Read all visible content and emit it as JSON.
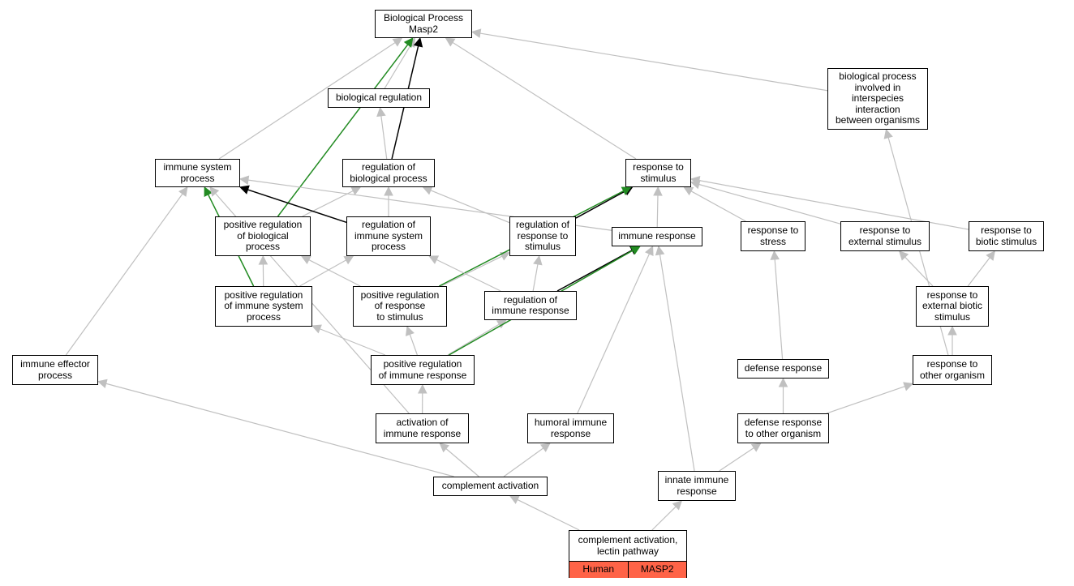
{
  "nodes": [
    {
      "id": "bp",
      "label": "Biological Process\nMasp2"
    },
    {
      "id": "breg",
      "label": "biological regulation"
    },
    {
      "id": "bpinter",
      "label": "biological process\ninvolved in\ninterspecies\ninteraction\nbetween organisms"
    },
    {
      "id": "isp",
      "label": "immune system\nprocess"
    },
    {
      "id": "regbp",
      "label": "regulation of\nbiological process"
    },
    {
      "id": "rts",
      "label": "response to\nstimulus"
    },
    {
      "id": "posregbp",
      "label": "positive regulation\nof biological\nprocess"
    },
    {
      "id": "regisp",
      "label": "regulation of\nimmune system\nprocess"
    },
    {
      "id": "regrts",
      "label": "regulation of\nresponse to\nstimulus"
    },
    {
      "id": "ir",
      "label": "immune response"
    },
    {
      "id": "rtstress",
      "label": "response to\nstress"
    },
    {
      "id": "rtext",
      "label": "response to\nexternal stimulus"
    },
    {
      "id": "rtbiotic",
      "label": "response to\nbiotic stimulus"
    },
    {
      "id": "posregisp",
      "label": "positive regulation\nof immune system\nprocess"
    },
    {
      "id": "posregrts",
      "label": "positive regulation\nof response\nto stimulus"
    },
    {
      "id": "regir",
      "label": "regulation of\nimmune response"
    },
    {
      "id": "rtextbiotic",
      "label": "response to\nexternal biotic\nstimulus"
    },
    {
      "id": "ieproc",
      "label": "immune effector\nprocess"
    },
    {
      "id": "posregir",
      "label": "positive regulation\nof immune response"
    },
    {
      "id": "defresp",
      "label": "defense response"
    },
    {
      "id": "rtother",
      "label": "response to\nother organism"
    },
    {
      "id": "actir",
      "label": "activation of\nimmune response"
    },
    {
      "id": "humoral",
      "label": "humoral immune\nresponse"
    },
    {
      "id": "defother",
      "label": "defense response\nto other organism"
    },
    {
      "id": "compact",
      "label": "complement activation"
    },
    {
      "id": "innate",
      "label": "innate immune\nresponse"
    }
  ],
  "leaf": {
    "label": "complement activation,\nlectin pathway",
    "tags": [
      "Human",
      "MASP2"
    ],
    "tag_color": "#ff6347"
  },
  "edges": [
    {
      "from": "breg",
      "to": "bp",
      "type": "is_a"
    },
    {
      "from": "isp",
      "to": "bp",
      "type": "is_a"
    },
    {
      "from": "rts",
      "to": "bp",
      "type": "is_a"
    },
    {
      "from": "bpinter",
      "to": "bp",
      "type": "is_a"
    },
    {
      "from": "regbp",
      "to": "breg",
      "type": "is_a"
    },
    {
      "from": "regbp",
      "to": "bp",
      "type": "regulates"
    },
    {
      "from": "posregbp",
      "to": "bp",
      "type": "positively_regulates"
    },
    {
      "from": "posregbp",
      "to": "regbp",
      "type": "is_a"
    },
    {
      "from": "regisp",
      "to": "regbp",
      "type": "is_a"
    },
    {
      "from": "regisp",
      "to": "isp",
      "type": "regulates"
    },
    {
      "from": "regrts",
      "to": "regbp",
      "type": "is_a"
    },
    {
      "from": "regrts",
      "to": "rts",
      "type": "regulates"
    },
    {
      "from": "ir",
      "to": "isp",
      "type": "is_a"
    },
    {
      "from": "ir",
      "to": "rts",
      "type": "is_a"
    },
    {
      "from": "rtstress",
      "to": "rts",
      "type": "is_a"
    },
    {
      "from": "rtext",
      "to": "rts",
      "type": "is_a"
    },
    {
      "from": "rtbiotic",
      "to": "rts",
      "type": "is_a"
    },
    {
      "from": "posregisp",
      "to": "isp",
      "type": "positively_regulates"
    },
    {
      "from": "posregisp",
      "to": "posregbp",
      "type": "is_a"
    },
    {
      "from": "posregisp",
      "to": "regisp",
      "type": "is_a"
    },
    {
      "from": "posregrts",
      "to": "posregbp",
      "type": "is_a"
    },
    {
      "from": "posregrts",
      "to": "regrts",
      "type": "is_a"
    },
    {
      "from": "posregrts",
      "to": "rts",
      "type": "positively_regulates"
    },
    {
      "from": "regir",
      "to": "regisp",
      "type": "is_a"
    },
    {
      "from": "regir",
      "to": "regrts",
      "type": "is_a"
    },
    {
      "from": "regir",
      "to": "ir",
      "type": "regulates"
    },
    {
      "from": "rtextbiotic",
      "to": "rtext",
      "type": "is_a"
    },
    {
      "from": "rtextbiotic",
      "to": "rtbiotic",
      "type": "is_a"
    },
    {
      "from": "ieproc",
      "to": "isp",
      "type": "is_a"
    },
    {
      "from": "posregir",
      "to": "posregisp",
      "type": "is_a"
    },
    {
      "from": "posregir",
      "to": "posregrts",
      "type": "is_a"
    },
    {
      "from": "posregir",
      "to": "regir",
      "type": "is_a"
    },
    {
      "from": "posregir",
      "to": "ir",
      "type": "positively_regulates"
    },
    {
      "from": "defresp",
      "to": "rtstress",
      "type": "is_a"
    },
    {
      "from": "rtother",
      "to": "rtextbiotic",
      "type": "is_a"
    },
    {
      "from": "rtother",
      "to": "bpinter",
      "type": "is_a"
    },
    {
      "from": "actir",
      "to": "posregir",
      "type": "is_a"
    },
    {
      "from": "actir",
      "to": "isp",
      "type": "is_a"
    },
    {
      "from": "humoral",
      "to": "ir",
      "type": "is_a"
    },
    {
      "from": "defother",
      "to": "defresp",
      "type": "is_a"
    },
    {
      "from": "defother",
      "to": "rtother",
      "type": "is_a"
    },
    {
      "from": "compact",
      "to": "ieproc",
      "type": "is_a"
    },
    {
      "from": "compact",
      "to": "actir",
      "type": "is_a"
    },
    {
      "from": "compact",
      "to": "humoral",
      "type": "is_a"
    },
    {
      "from": "innate",
      "to": "defother",
      "type": "is_a"
    },
    {
      "from": "innate",
      "to": "ir",
      "type": "is_a"
    },
    {
      "from": "leaf",
      "to": "compact",
      "type": "is_a"
    },
    {
      "from": "leaf",
      "to": "innate",
      "type": "is_a"
    }
  ],
  "edge_colors": {
    "is_a": "#c0c0c0",
    "regulates": "#000000",
    "positively_regulates": "#228b22"
  }
}
